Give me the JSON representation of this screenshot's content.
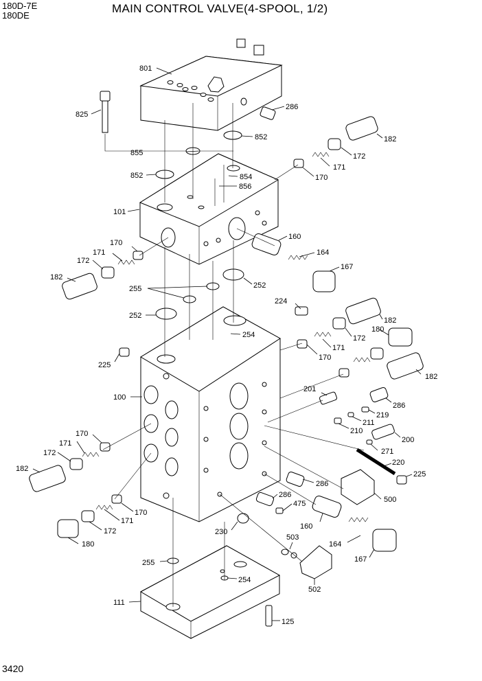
{
  "header": {
    "model_line1": "180D-7E",
    "model_line2": "180DE",
    "title": "MAIN CONTROL VALVE(4-SPOOL, 1/2)"
  },
  "footer": {
    "page_number": "3420"
  },
  "callouts": {
    "c801": "801",
    "c825": "825",
    "c286a": "286",
    "c852a": "852",
    "c182a": "182",
    "c172a": "172",
    "c855": "855",
    "c171a": "171",
    "c852b": "852",
    "c854": "854",
    "c856": "856",
    "c170a": "170",
    "c101": "101",
    "c160a": "160",
    "c170b": "170",
    "c171b": "171",
    "c164a": "164",
    "c172b": "172",
    "c167a": "167",
    "c182b": "182",
    "c255a": "255",
    "c252a": "252",
    "c224": "224",
    "c182c": "182",
    "c252b": "252",
    "c254a": "254",
    "c172c": "172",
    "c180a": "180",
    "c171c": "171",
    "c225a": "225",
    "c170c": "170",
    "c182d": "182",
    "c100": "100",
    "c201": "201",
    "c286b": "286",
    "c219": "219",
    "c211": "211",
    "c210": "210",
    "c200": "200",
    "c170d": "170",
    "c271": "271",
    "c171d": "171",
    "c172d": "172",
    "c220": "220",
    "c182e": "182",
    "c225b": "225",
    "c286c": "286",
    "c286d": "286",
    "c500": "500",
    "c170e": "170",
    "c475": "475",
    "c171e": "171",
    "c172e": "172",
    "c160b": "160",
    "c230": "230",
    "c503": "503",
    "c180b": "180",
    "c164b": "164",
    "c167b": "167",
    "c255b": "255",
    "c254b": "254",
    "c502": "502",
    "c111": "111",
    "c125": "125"
  }
}
